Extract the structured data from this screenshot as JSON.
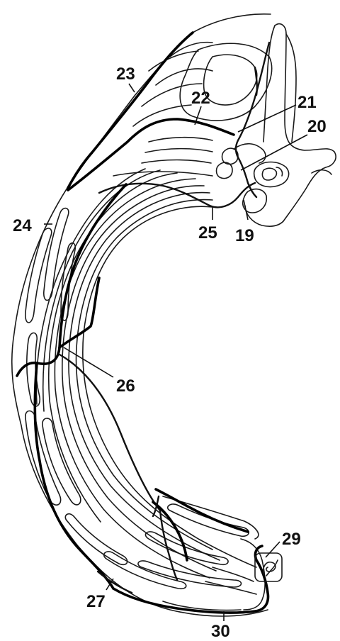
{
  "labels": {
    "l19": "19",
    "l20": "20",
    "l21": "21",
    "l22": "22",
    "l23": "23",
    "l24": "24",
    "l25": "25",
    "l26": "26",
    "l27": "27",
    "l29": "29",
    "l30": "30"
  },
  "colors": {
    "line": "#111111",
    "background": "#ffffff"
  }
}
